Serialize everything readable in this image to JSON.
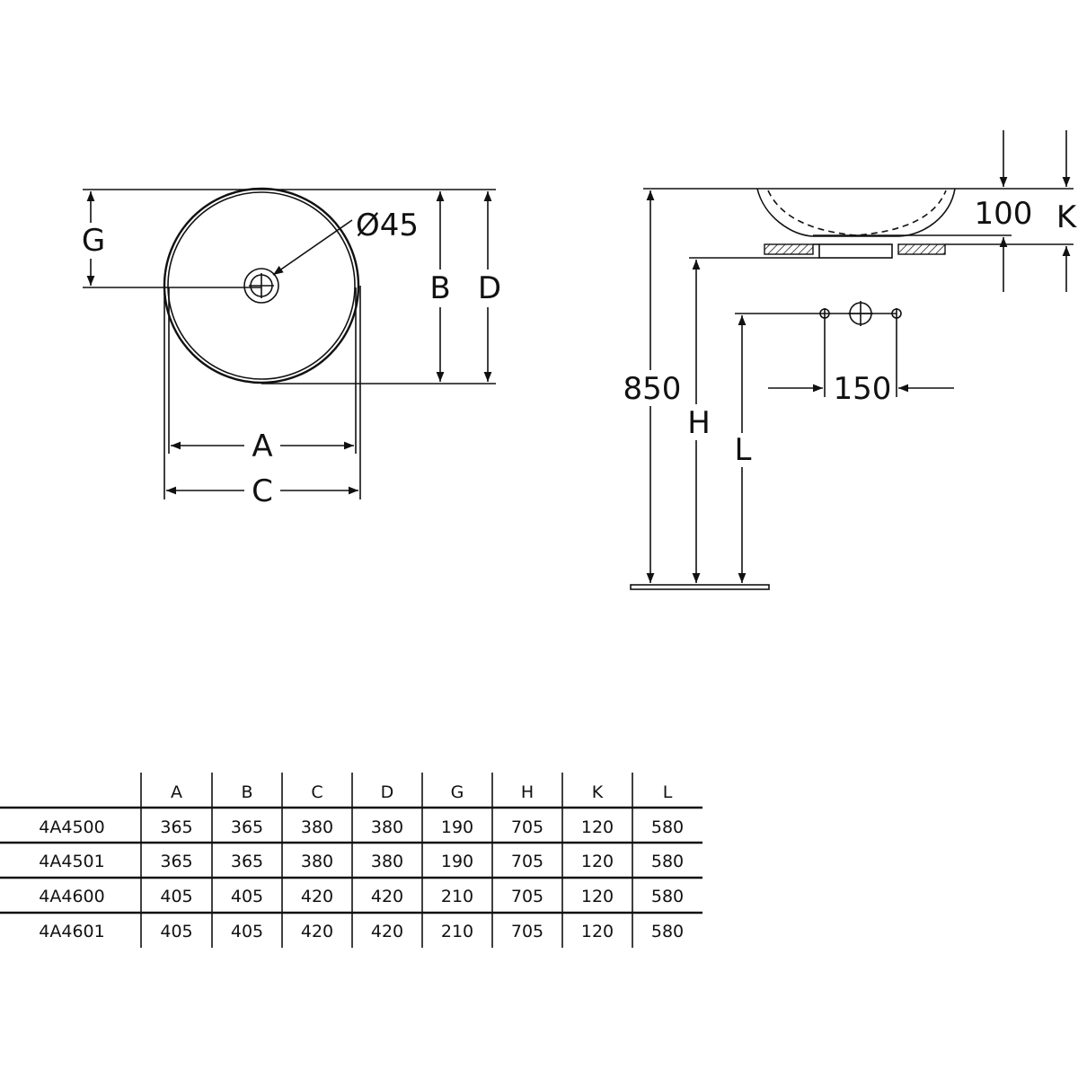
{
  "top_view": {
    "labels": {
      "g": "G",
      "b": "B",
      "d": "D",
      "a": "A",
      "c": "C",
      "drain": "Ø45"
    }
  },
  "side_view": {
    "labels": {
      "height_total": "850",
      "h": "H",
      "l": "L",
      "tap_spacing": "150",
      "bowl_height": "100",
      "k": "K"
    }
  },
  "table": {
    "headers": [
      "",
      "A",
      "B",
      "C",
      "D",
      "G",
      "H",
      "K",
      "L"
    ],
    "rows": [
      [
        "4A4500",
        "365",
        "365",
        "380",
        "380",
        "190",
        "705",
        "120",
        "580"
      ],
      [
        "4A4501",
        "365",
        "365",
        "380",
        "380",
        "190",
        "705",
        "120",
        "580"
      ],
      [
        "4A4600",
        "405",
        "405",
        "420",
        "420",
        "210",
        "705",
        "120",
        "580"
      ],
      [
        "4A4601",
        "405",
        "405",
        "420",
        "420",
        "210",
        "705",
        "120",
        "580"
      ]
    ]
  }
}
